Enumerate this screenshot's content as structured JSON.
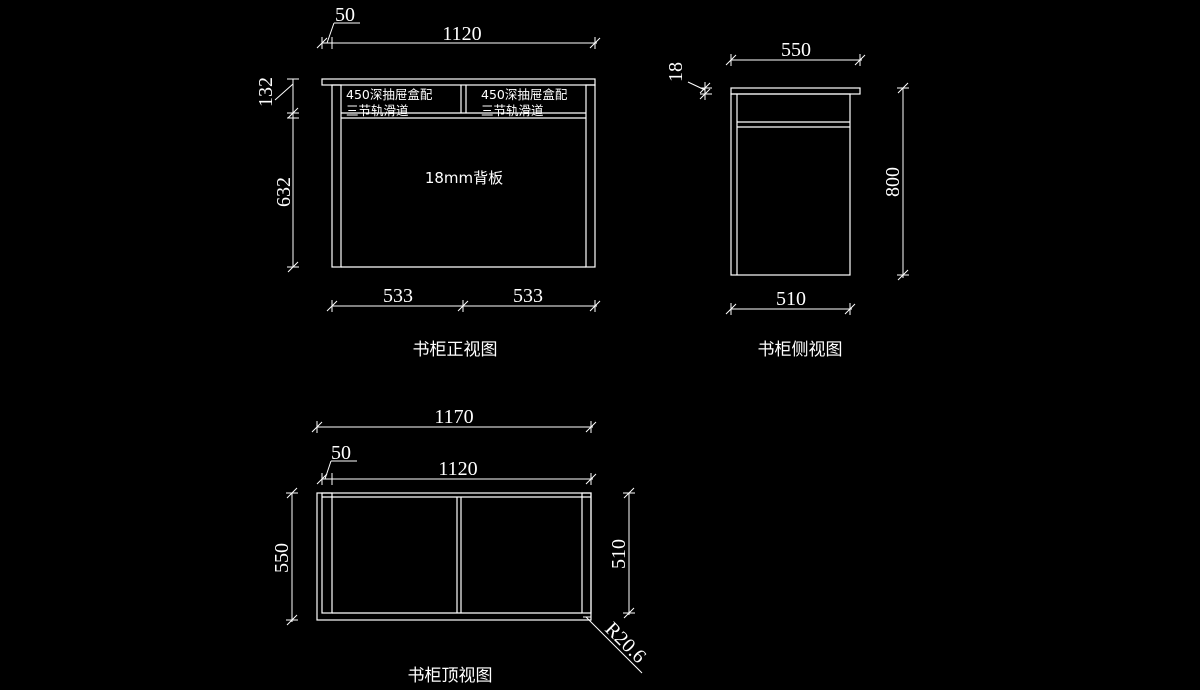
{
  "front_view": {
    "caption": "书柜正视图",
    "dim_overall_width": "1120",
    "dim_offset": "50",
    "dim_top_height": "132",
    "dim_lower_height": "632",
    "dim_left_half": "533",
    "dim_right_half": "533",
    "drawer_left_line1": "450深抽屉盒配",
    "drawer_left_line2": "三节轨滑道",
    "drawer_right_line1": "450深抽屉盒配",
    "drawer_right_line2": "三节轨滑道",
    "back_panel": "18mm背板"
  },
  "side_view": {
    "caption": "书柜侧视图",
    "dim_top_width": "550",
    "dim_top_thickness": "18",
    "dim_height": "800",
    "dim_bottom_width": "510"
  },
  "top_view": {
    "caption": "书柜顶视图",
    "dim_overall_width": "1170",
    "dim_inner_width": "1120",
    "dim_offset": "50",
    "dim_depth": "550",
    "dim_inner_depth": "510",
    "dim_radius": "R20.6"
  }
}
